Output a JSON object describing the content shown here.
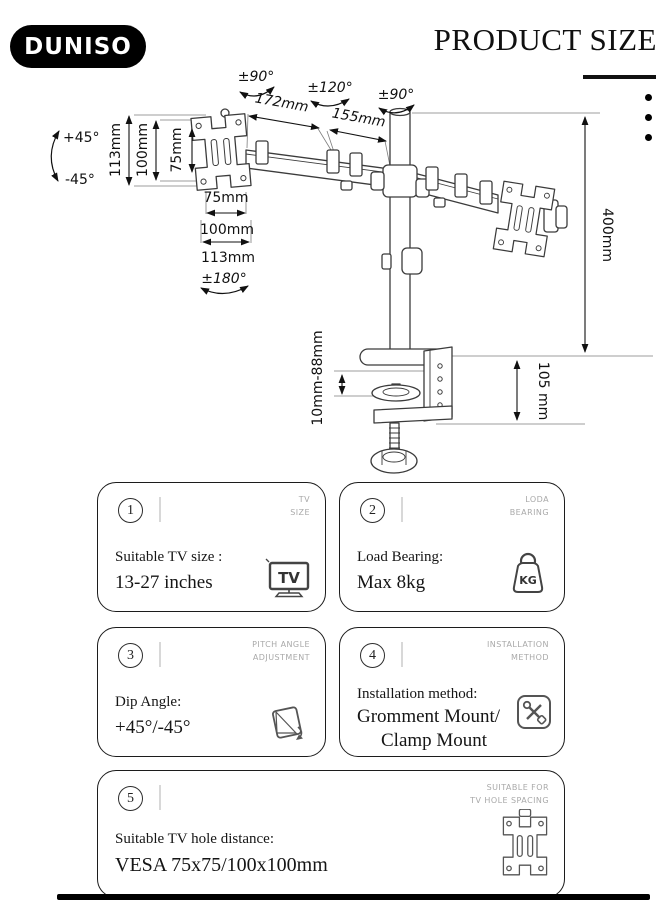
{
  "brand": {
    "logo_text": "DUNISO"
  },
  "header": {
    "title": "PRODUCT SIZE"
  },
  "diagram": {
    "labels": {
      "rotate_left": "±90°",
      "rotate_middle": "±120°",
      "rotate_right": "±90°",
      "arm_left_length": "172mm",
      "arm_right_length": "155mm",
      "tilt_up": "+45°",
      "tilt_down": "-45°",
      "plate_height_113": "113mm",
      "plate_height_100": "100mm",
      "plate_height_75": "75mm",
      "plate_width_75": "75mm",
      "plate_width_100": "100mm",
      "plate_width_113": "113mm",
      "swivel": "±180°",
      "pole_height": "400mm",
      "clamp_range": "10mm-88mm",
      "base_height": "105 mm"
    }
  },
  "cards": [
    {
      "number": "1",
      "tag": "TV\nSIZE",
      "line1": "Suitable TV size :",
      "line2": "13-27 inches",
      "icon_text": "TV"
    },
    {
      "number": "2",
      "tag": "LODA\nBEARING",
      "line1": "Load Bearing:",
      "line2": "Max 8kg",
      "icon_text": "KG"
    },
    {
      "number": "3",
      "tag": "PITCH ANGLE\nADJUSTMENT",
      "line1": "Dip Angle:",
      "line2": "+45°/-45°"
    },
    {
      "number": "4",
      "tag": "INSTALLATION\nMETHOD",
      "line1": "Installation method:",
      "line2": "Gromment Mount/",
      "line3": "Clamp Mount"
    },
    {
      "number": "5",
      "tag": "SUITABLE FOR\nTV HOLE SPACING",
      "line1": "Suitable TV hole distance:",
      "line2": "VESA 75x75/100x100mm"
    }
  ]
}
